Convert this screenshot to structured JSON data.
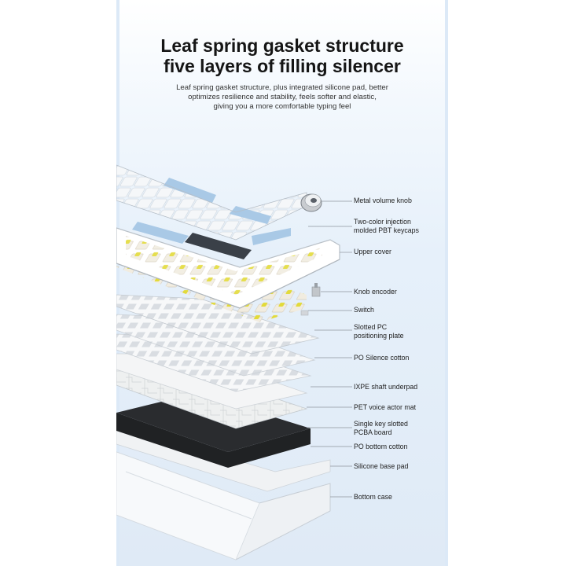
{
  "heading": {
    "line1": "Leaf spring gasket structure",
    "line2": "five layers of filling silencer"
  },
  "description": {
    "line1": "Leaf spring gasket structure, plus integrated silicone pad, better",
    "line2": "optimizes resilience and stability, feels softer and elastic,",
    "line3": "giving you a more comfortable typing feel"
  },
  "callouts": [
    {
      "lines": [
        "Metal volume knob"
      ]
    },
    {
      "lines": [
        "Two-color injection",
        "molded PBT keycaps"
      ]
    },
    {
      "lines": [
        "Upper cover"
      ]
    },
    {
      "lines": [
        "Knob encoder"
      ]
    },
    {
      "lines": [
        "Switch"
      ]
    },
    {
      "lines": [
        "Slotted PC",
        "positioning plate"
      ]
    },
    {
      "lines": [
        "PO Silence cotton"
      ]
    },
    {
      "lines": [
        "IXPE shaft underpad"
      ]
    },
    {
      "lines": [
        "PET voice actor mat"
      ]
    },
    {
      "lines": [
        "Single key slotted",
        "PCBA board"
      ]
    },
    {
      "lines": [
        "PO bottom cotton"
      ]
    },
    {
      "lines": [
        "Silicone base pad"
      ]
    },
    {
      "lines": [
        "Bottom case"
      ]
    }
  ],
  "colors": {
    "background_light": "#e6f0fa",
    "keycap_white": "#f4f6f8",
    "keycap_blue": "#a9c9e6",
    "keycap_dark": "#3a4048",
    "switch_yellow": "#e2da3a",
    "pcb_black": "#222222"
  }
}
